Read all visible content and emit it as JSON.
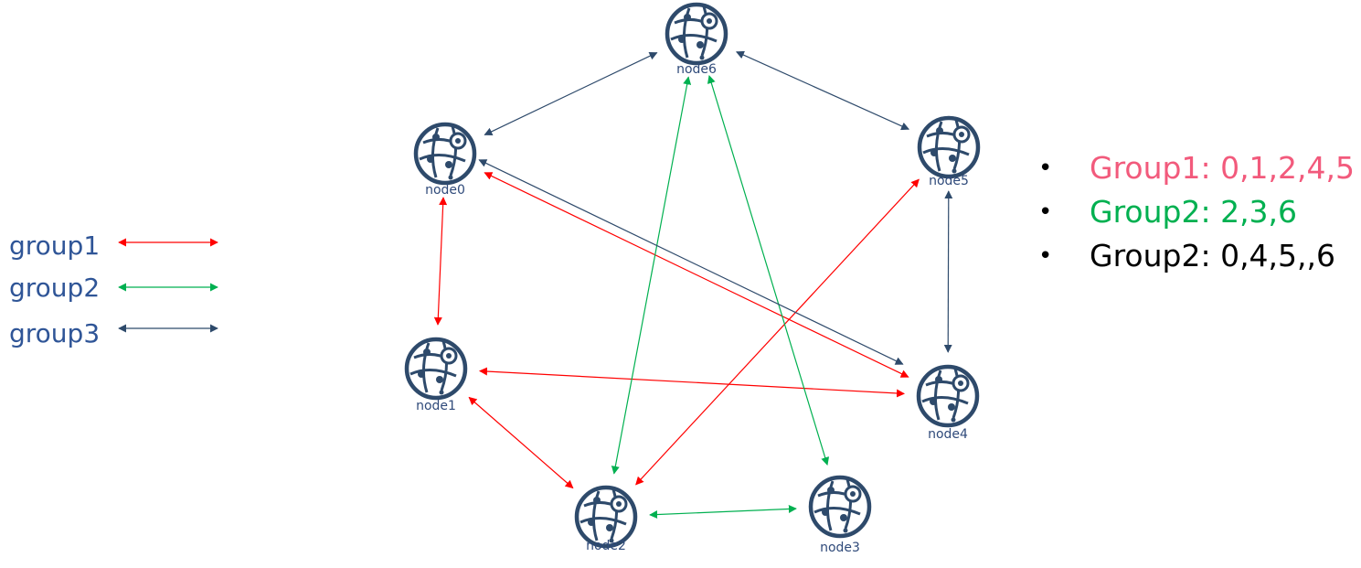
{
  "colors": {
    "group1": "#ff0000",
    "group2": "#00b050",
    "group3": "#2e4a6b",
    "node": "#2e4a6b",
    "legend_text": "#2f5597",
    "list_group1": "#f25a7c",
    "list_group2": "#00b050",
    "list_group3": "#000000"
  },
  "legend": [
    {
      "label": "group1",
      "color_key": "group1"
    },
    {
      "label": "group2",
      "color_key": "group2"
    },
    {
      "label": "group3",
      "color_key": "group3"
    }
  ],
  "group_list": [
    {
      "text": "Group1: 0,1,2,4,5",
      "color_key": "list_group1"
    },
    {
      "text": "Group2: 2,3,6",
      "color_key": "list_group2"
    },
    {
      "text": "Group2: 0,4,5,,6",
      "color_key": "list_group3"
    }
  ],
  "nodes": [
    {
      "id": "node0",
      "label": "node0"
    },
    {
      "id": "node1",
      "label": "node1"
    },
    {
      "id": "node2",
      "label": "node2"
    },
    {
      "id": "node3",
      "label": "node3"
    },
    {
      "id": "node4",
      "label": "node4"
    },
    {
      "id": "node5",
      "label": "node5"
    },
    {
      "id": "node6",
      "label": "node6"
    }
  ],
  "edges": [
    {
      "from": "node0",
      "to": "node1",
      "group": "group1"
    },
    {
      "from": "node1",
      "to": "node2",
      "group": "group1"
    },
    {
      "from": "node1",
      "to": "node4",
      "group": "group1"
    },
    {
      "from": "node0",
      "to": "node4",
      "group": "group1"
    },
    {
      "from": "node2",
      "to": "node5",
      "group": "group1"
    },
    {
      "from": "node2",
      "to": "node3",
      "group": "group2"
    },
    {
      "from": "node2",
      "to": "node6",
      "group": "group2"
    },
    {
      "from": "node6",
      "to": "node3",
      "group": "group2"
    },
    {
      "from": "node6",
      "to": "node0",
      "group": "group3"
    },
    {
      "from": "node6",
      "to": "node5",
      "group": "group3"
    },
    {
      "from": "node5",
      "to": "node4",
      "group": "group3"
    },
    {
      "from": "node0",
      "to": "node4",
      "group": "group3"
    }
  ]
}
